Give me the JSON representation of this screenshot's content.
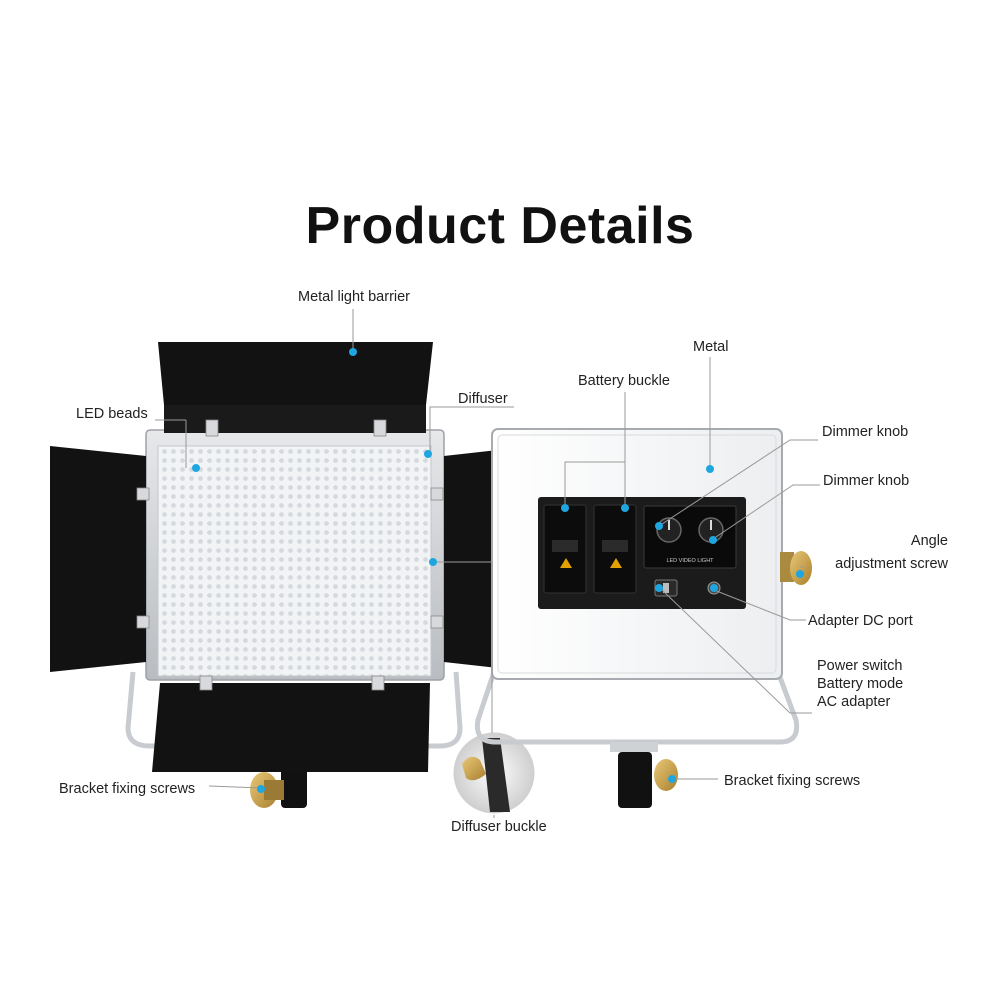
{
  "title": "Product Details",
  "labels": {
    "metal_light_barrier": "Metal light barrier",
    "led_beads": "LED beads",
    "diffuser": "Diffuser",
    "battery_buckle": "Battery buckle",
    "metal": "Metal",
    "dimmer_knob_1": "Dimmer knob",
    "dimmer_knob_2": "Dimmer knob",
    "angle_adjustment_screw": "Angle\nadjustment screw",
    "adapter_dc_port": "Adapter DC port",
    "power_switch": "Power switch",
    "battery_mode": "Battery mode",
    "ac_adapter": "AC adapter",
    "bracket_fixing_screws_left": "Bracket fixing screws",
    "bracket_fixing_screws_right": "Bracket fixing screws",
    "diffuser_buckle": "Diffuser buckle"
  },
  "panel_text": {
    "control_plate": "LED VIDEO LIGHT"
  },
  "colors": {
    "marker": "#1fa6e0",
    "barndoor": "#121212",
    "frame": "#c9ccd0",
    "knob_gold": "#c9a24a"
  }
}
